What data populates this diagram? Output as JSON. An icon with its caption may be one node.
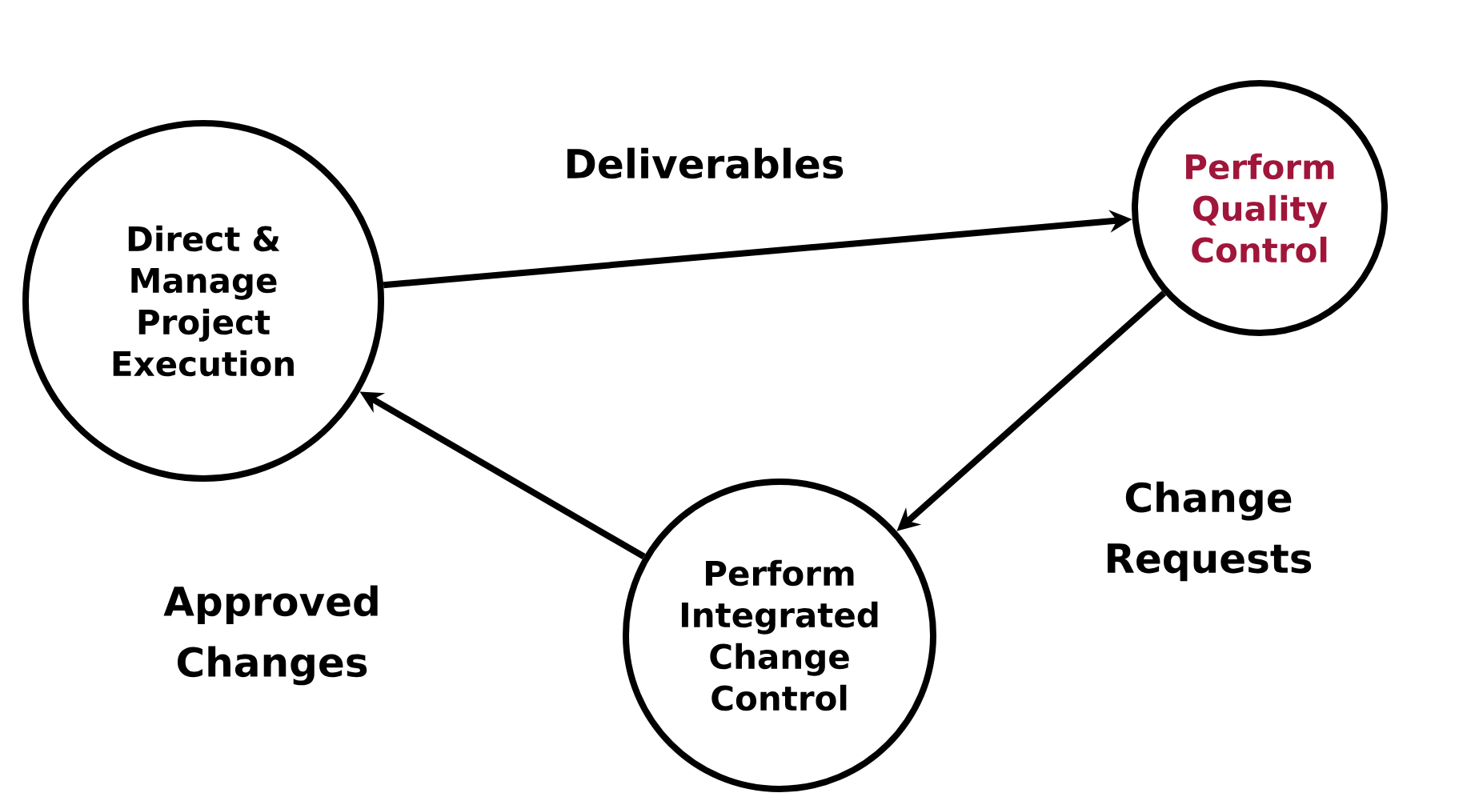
{
  "diagram": {
    "nodes": [
      {
        "text": [
          "Direct & Manage Project Execution"
        ]
      },
      {
        "text": [
          "Perform Quality Control"
        ]
      },
      {
        "text": [
          "Perform Integrated Change Control"
        ]
      }
    ],
    "edges": [
      {
        "from": 0,
        "to": 1,
        "arrow": "to",
        "label": "Deliverables"
      },
      {
        "from": 1,
        "to": 2,
        "arrow": "to",
        "label": "Change Requests"
      },
      {
        "from": 2,
        "to": 0,
        "arrow": "to",
        "label": "Approved Changes"
      }
    ]
  }
}
